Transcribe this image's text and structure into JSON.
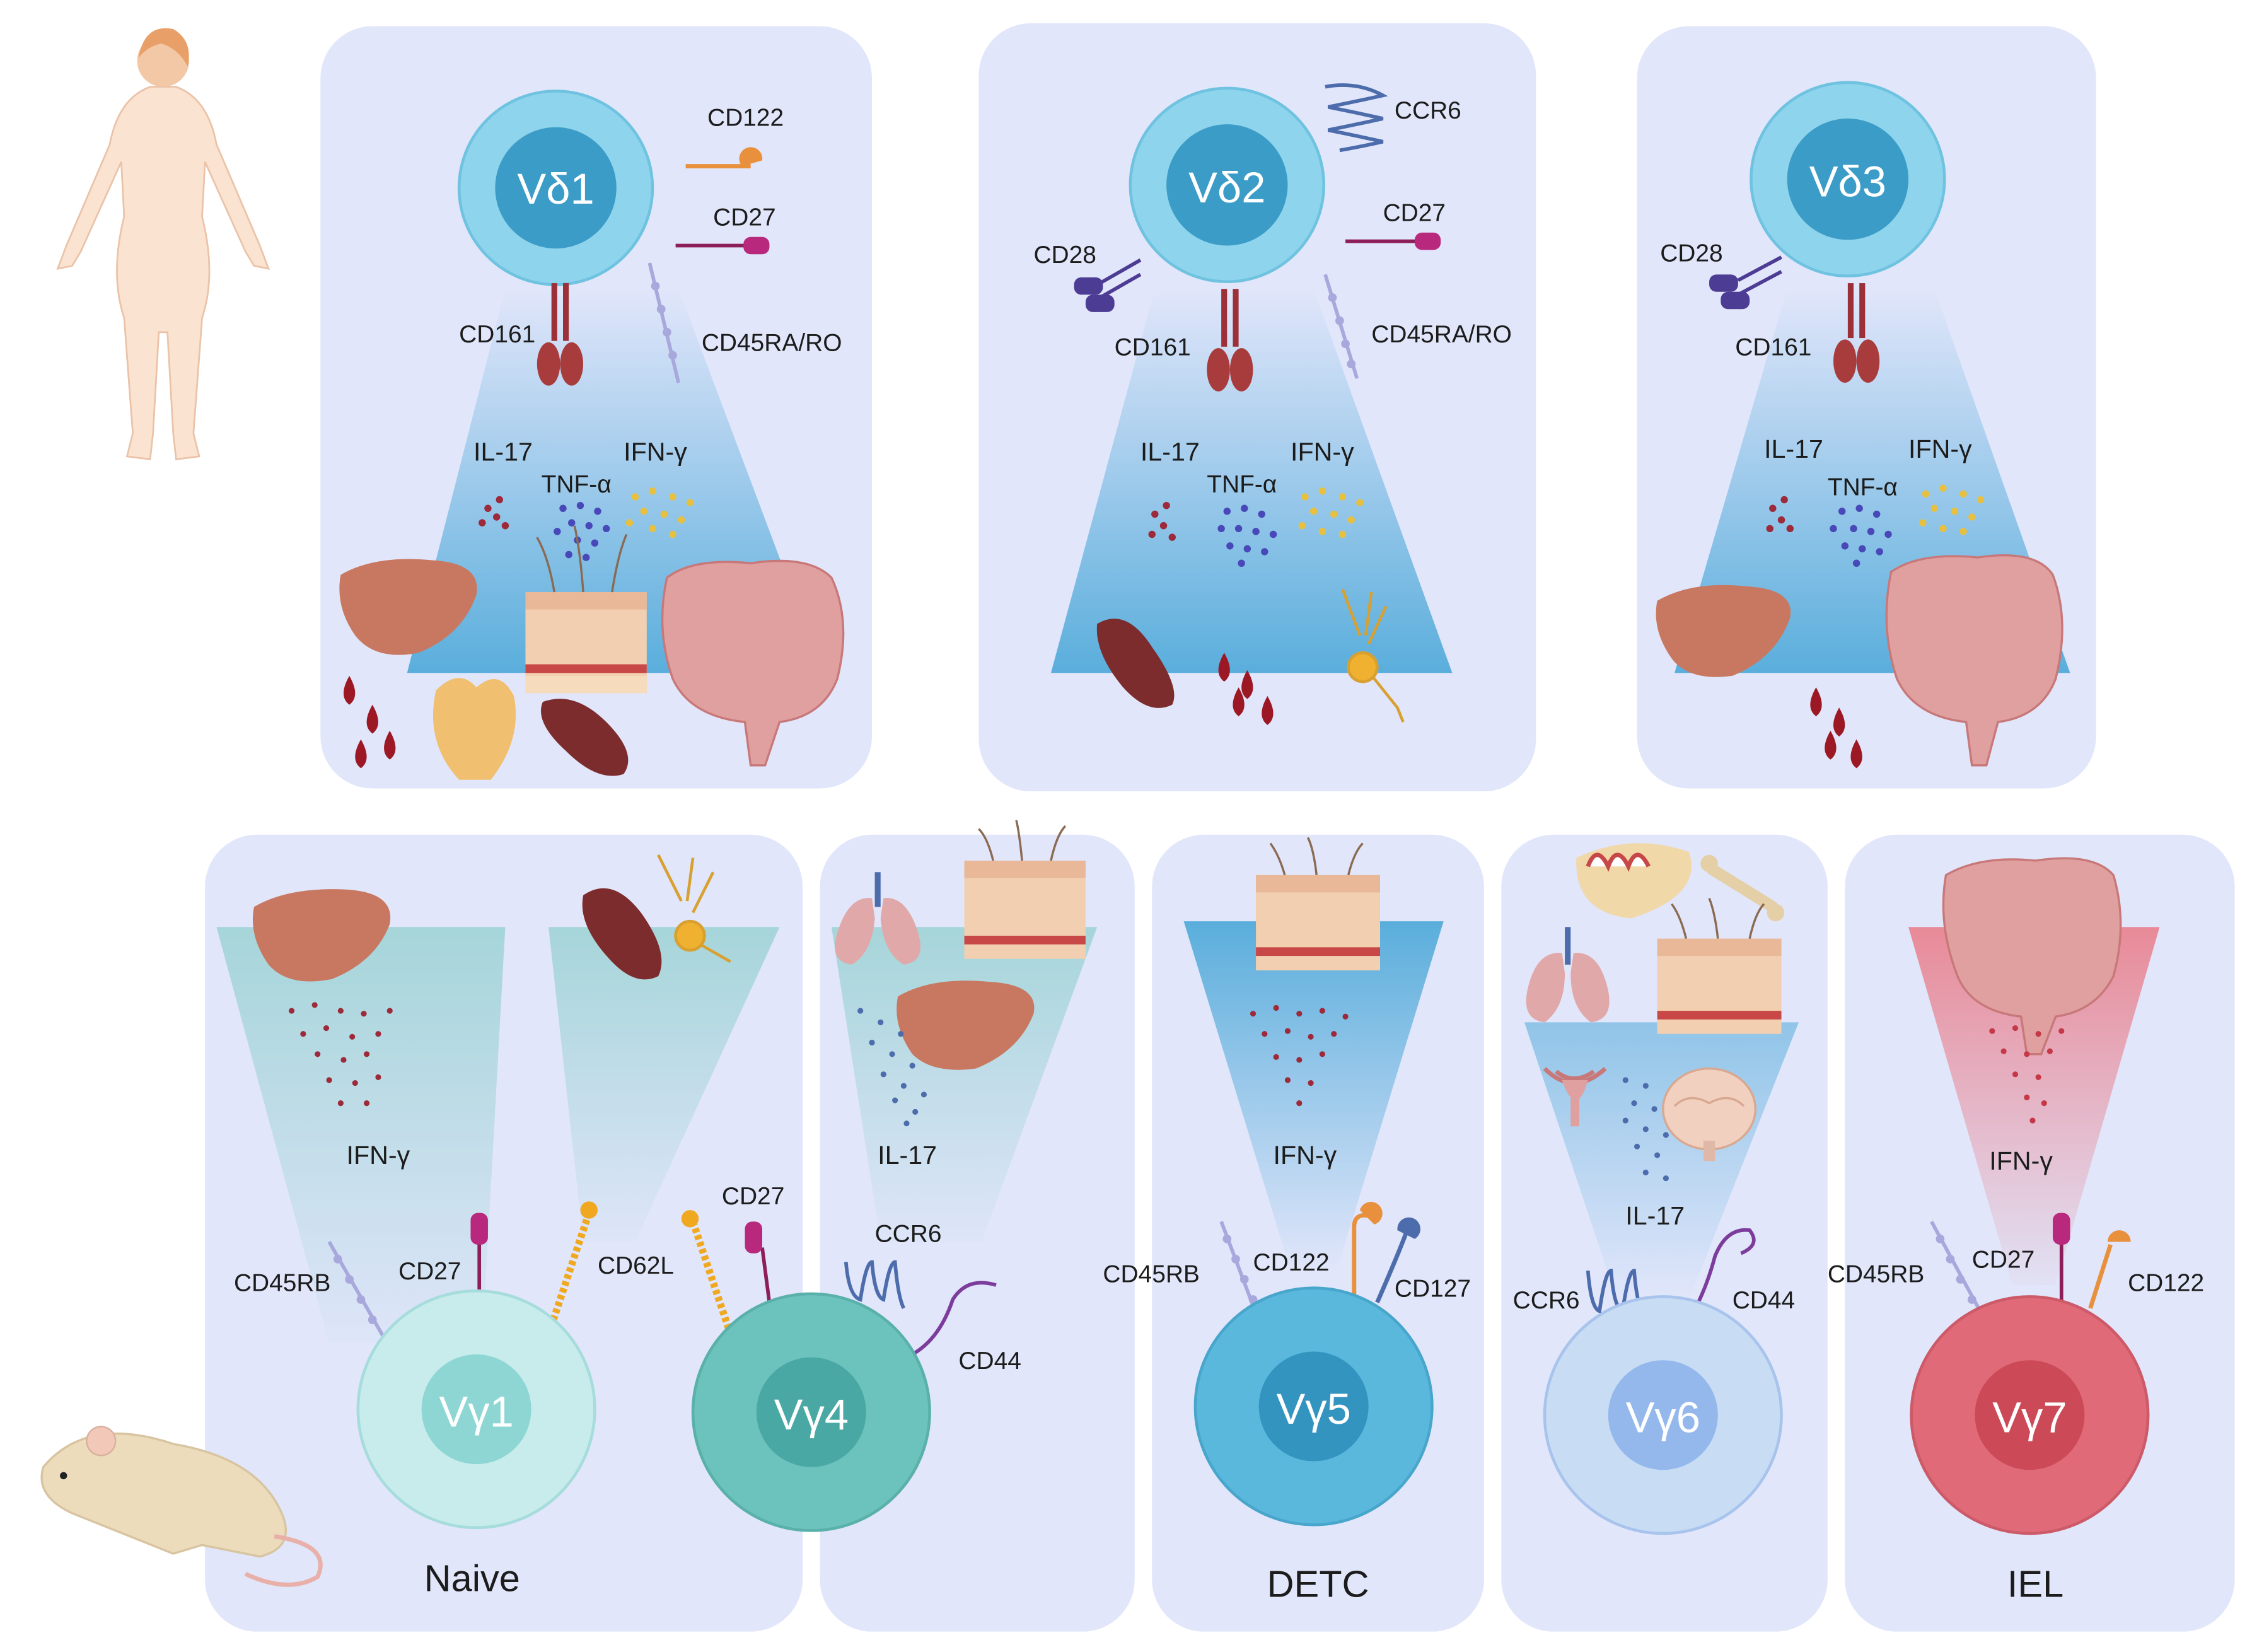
{
  "human": {
    "panels": [
      {
        "cell": "Vδ1",
        "markers": [
          "CD122",
          "CD27",
          "CD161",
          "CD45RA/RO"
        ],
        "cytokines": [
          "IL-17",
          "TNF-α",
          "IFN-γ"
        ],
        "tissues": [
          "liver",
          "skin",
          "intestine",
          "blood",
          "thymus",
          "spleen"
        ]
      },
      {
        "cell": "Vδ2",
        "markers": [
          "CCR6",
          "CD27",
          "CD28",
          "CD161",
          "CD45RA/RO"
        ],
        "cytokines": [
          "IL-17",
          "TNF-α",
          "IFN-γ"
        ],
        "tissues": [
          "spleen",
          "blood",
          "neuron"
        ]
      },
      {
        "cell": "Vδ3",
        "markers": [
          "CD28",
          "CD161"
        ],
        "cytokines": [
          "IL-17",
          "TNF-α",
          "IFN-γ"
        ],
        "tissues": [
          "liver",
          "intestine",
          "blood"
        ]
      }
    ]
  },
  "mouse": {
    "panels": [
      {
        "cell": "Vγ1",
        "subset": "Naive",
        "markers": [
          "CD45RB",
          "CD27",
          "CD62L"
        ],
        "cytokine": "IFN-γ",
        "tissues": [
          "liver"
        ]
      },
      {
        "cell": "Vγ4",
        "markers": [
          "CD27",
          "CCR6",
          "CD44"
        ],
        "cytokine": "IL-17",
        "tissues": [
          "lung",
          "skin",
          "liver",
          "spleen",
          "neuron"
        ]
      },
      {
        "cell": "Vγ5",
        "subset": "DETC",
        "markers": [
          "CD45RB",
          "CD122",
          "CD127"
        ],
        "cytokine": "IFN-γ",
        "tissues": [
          "skin"
        ]
      },
      {
        "cell": "Vγ6",
        "markers": [
          "CCR6",
          "CD44"
        ],
        "cytokine": "IL-17",
        "tissues": [
          "oral-mucosa",
          "bone",
          "lung",
          "skin",
          "uterus",
          "brain"
        ]
      },
      {
        "cell": "Vγ7",
        "subset": "IEL",
        "markers": [
          "CD45RB",
          "CD27",
          "CD122"
        ],
        "cytokine": "IFN-γ",
        "tissues": [
          "intestine"
        ]
      }
    ]
  },
  "colors": {
    "panel_bg": "#e1e6fa",
    "human_cell": "#8ed4ec",
    "human_nucleus": "#3c9cc8",
    "liver": "#c87860",
    "blood": "#9c1824",
    "spleen": "#7c2c2c",
    "intestine": "#e0a0a0",
    "cd27": "#b8287c",
    "cd122": "#e8903c",
    "cd28": "#4c3c94",
    "cd62l": "#f0a820",
    "ccr6": "#4c6cac",
    "cd45": "#a8a8dc"
  }
}
